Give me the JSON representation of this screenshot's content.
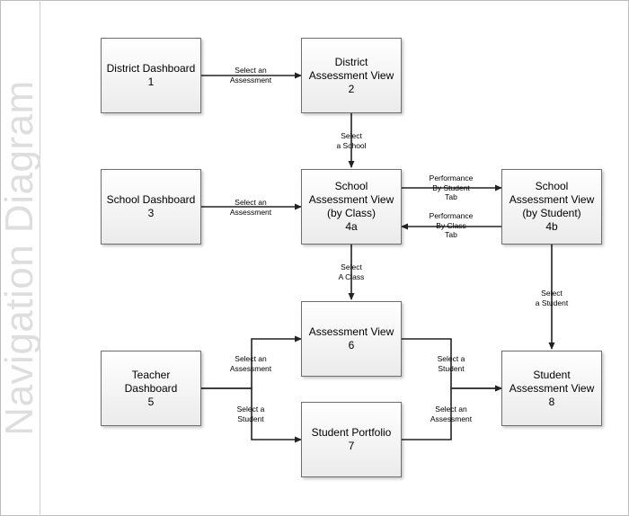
{
  "side_title": "Navigation Diagram",
  "nodes": {
    "district_dashboard": {
      "title": "District Dashboard",
      "num": "1"
    },
    "district_assessment": {
      "title": "District Assessment View",
      "num": "2"
    },
    "school_dashboard": {
      "title": "School Dashboard",
      "num": "3"
    },
    "school_assessment_class": {
      "title": "School Assessment View (by Class)",
      "num": "4a"
    },
    "school_assessment_student": {
      "title": "School Assessment View (by Student)",
      "num": "4b"
    },
    "teacher_dashboard": {
      "title": "Teacher Dashboard",
      "num": "5"
    },
    "assessment_view": {
      "title": "Assessment View",
      "num": "6"
    },
    "student_portfolio": {
      "title": "Student Portfolio",
      "num": "7"
    },
    "student_assessment": {
      "title": "Student Assessment View",
      "num": "8"
    }
  },
  "edges": {
    "e1": [
      "Select an",
      "Assessment"
    ],
    "e2": [
      "Select",
      "a School"
    ],
    "e3": [
      "Select an",
      "Assessment"
    ],
    "e4": [
      "Performance",
      "By Student",
      "Tab"
    ],
    "e5": [
      "Performance",
      "By Class",
      "Tab"
    ],
    "e6": [
      "Select",
      "A Class"
    ],
    "e7": [
      "Select",
      "a Student"
    ],
    "e8": [
      "Select an",
      "Assessment"
    ],
    "e9": [
      "Select a",
      "Student"
    ],
    "e10": [
      "Select a",
      "Student"
    ],
    "e11": [
      "Select an",
      "Assessment"
    ]
  }
}
